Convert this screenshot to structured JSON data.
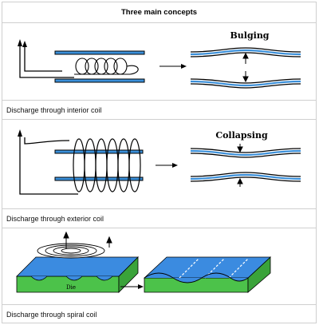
{
  "title": "Three main concepts",
  "panels": [
    {
      "caption": "Discharge through interior coil",
      "label": "Bulging"
    },
    {
      "caption": "Discharge through exterior coil",
      "label": "Collapsing"
    },
    {
      "caption": "Discharge through spiral coil",
      "die_label": "Die"
    }
  ],
  "colors": {
    "tube_blue": "#3a8fd9",
    "die_green": "#4cc24a",
    "sheet_blue": "#3b8be0",
    "border": "#cfcfcf"
  }
}
